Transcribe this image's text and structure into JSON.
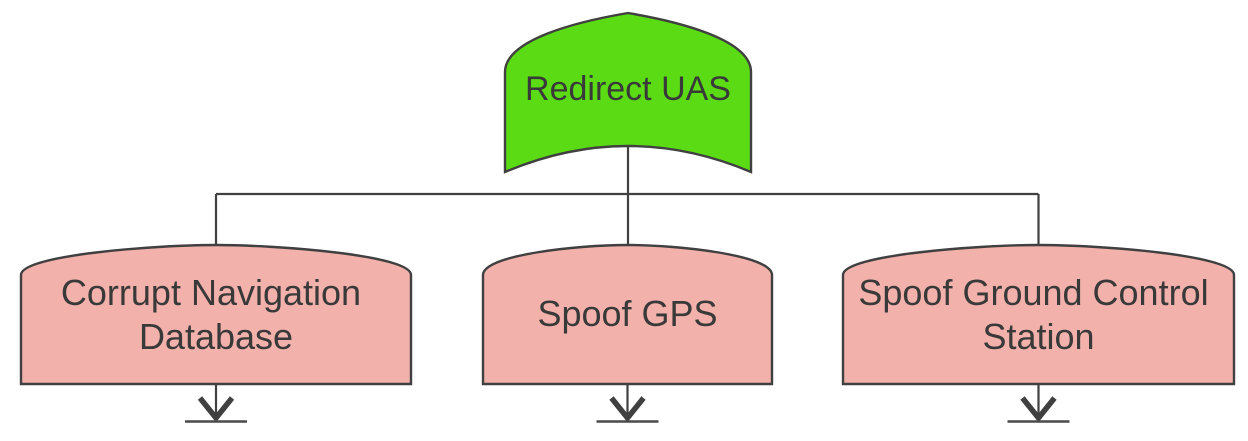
{
  "diagram": {
    "type": "attack-tree",
    "root": {
      "label": "Redirect UAS",
      "shape": "or-gate",
      "lines": [
        "Redirect UAS"
      ]
    },
    "children": [
      {
        "label": "Corrupt Navigation Database",
        "shape": "arched-event-node",
        "lines": [
          "Corrupt Navigation",
          "Database"
        ],
        "marker": "subtree-continues-arrow"
      },
      {
        "label": "Spoof GPS",
        "shape": "arched-event-node",
        "lines": [
          "Spoof GPS"
        ],
        "marker": "subtree-continues-arrow"
      },
      {
        "label": "Spoof Ground Control Station",
        "shape": "arched-event-node",
        "lines": [
          "Spoof Ground Control",
          "Station"
        ],
        "marker": "subtree-continues-arrow"
      }
    ]
  },
  "colors": {
    "root_fill": "#5ADB14",
    "child_fill": "#F2B1AB",
    "stroke": "#404040",
    "text": "#393939",
    "background": "#FFFFFF"
  }
}
